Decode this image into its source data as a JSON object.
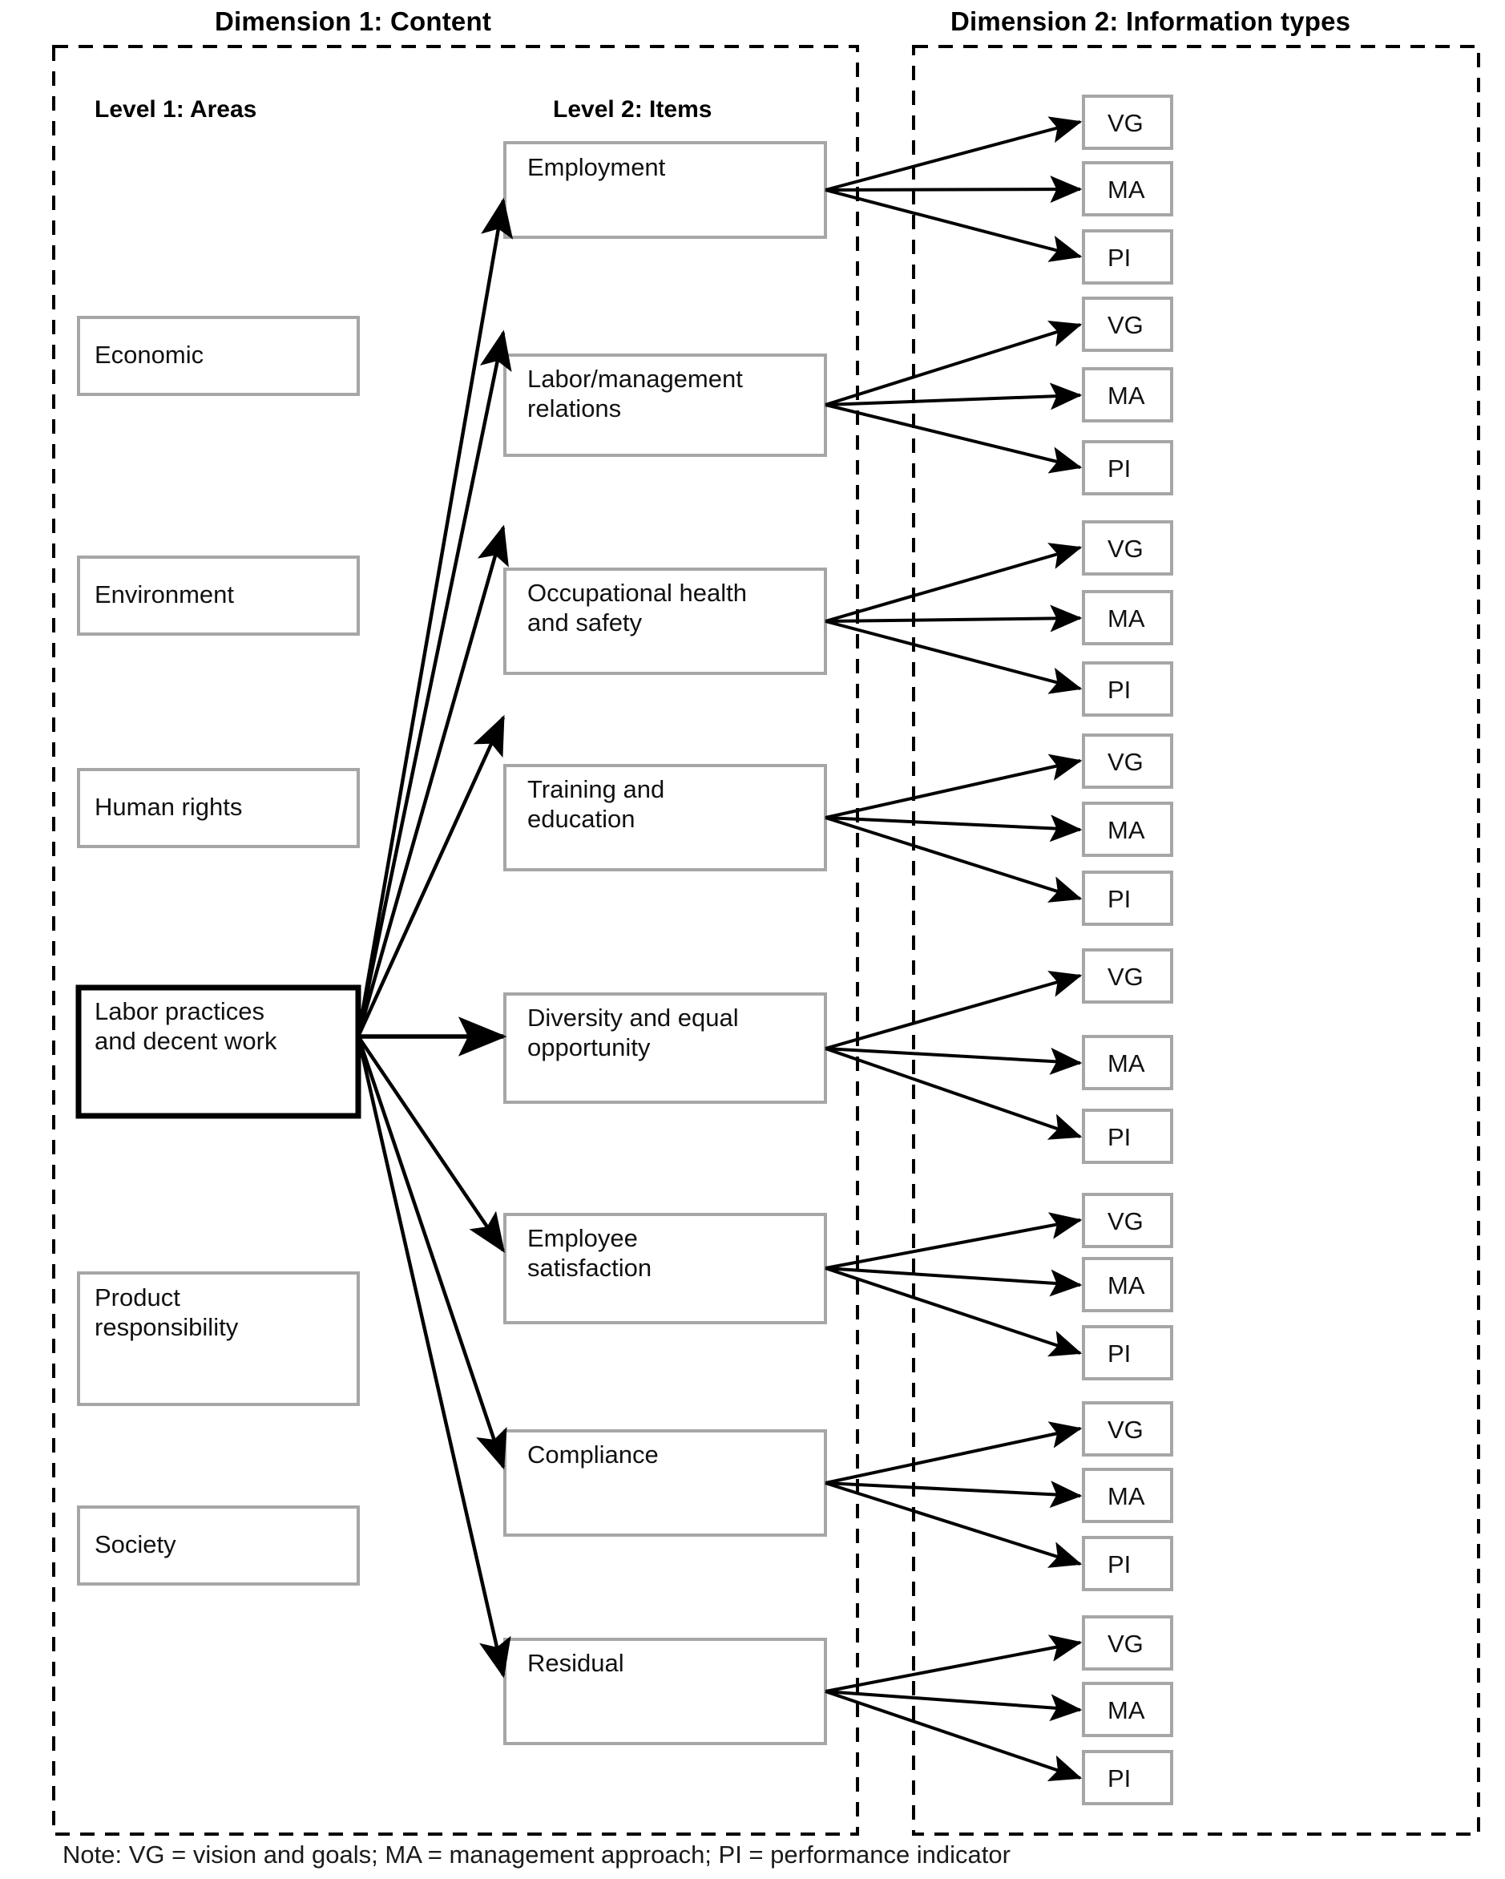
{
  "headers": {
    "dimension1": "Dimension 1: Content",
    "dimension2": "Dimension 2: Information types",
    "level1": "Level 1: Areas",
    "level2": "Level 2: Items"
  },
  "note": "Note: VG = vision and goals; MA = management approach; PI = performance indicator",
  "colors": {
    "box_border": "#a6a6a6",
    "highlight_border": "#000000",
    "arrow": "#000000",
    "panel_border": "#000000",
    "text": "#111111",
    "background": "#ffffff"
  },
  "areas": [
    {
      "label": "Economic",
      "highlighted": false
    },
    {
      "label": "Environment",
      "highlighted": false
    },
    {
      "label": "Human rights",
      "highlighted": false
    },
    {
      "label": "Labor practices\nand decent work",
      "highlighted": true
    },
    {
      "label": "Product\nresponsibility",
      "highlighted": false
    },
    {
      "label": "Society",
      "highlighted": false
    }
  ],
  "items": [
    {
      "label": "Employment"
    },
    {
      "label": "Labor/management\nrelations"
    },
    {
      "label": "Occupational health\nand safety"
    },
    {
      "label": "Training and\neducation"
    },
    {
      "label": "Diversity and equal\nopportunity"
    },
    {
      "label": "Employee\nsatisfaction"
    },
    {
      "label": "Compliance"
    },
    {
      "label": "Residual"
    }
  ],
  "information_types": [
    "VG",
    "MA",
    "PI"
  ],
  "legend": {
    "VG": "vision and goals",
    "MA": "management approach",
    "PI": "performance indicator"
  },
  "chart_data": {
    "type": "diagram",
    "title": "Two-dimensional content analysis framework",
    "structure": "hierarchy",
    "dimension1_label": "Dimension 1: Content",
    "dimension2_label": "Dimension 2: Information types",
    "level1_label": "Level 1: Areas",
    "level2_label": "Level 2: Items",
    "level1_nodes": [
      "Economic",
      "Environment",
      "Human rights",
      "Labor practices and decent work",
      "Product responsibility",
      "Society"
    ],
    "level1_expanded_node": "Labor practices and decent work",
    "level2_nodes": [
      "Employment",
      "Labor/management relations",
      "Occupational health and safety",
      "Training and education",
      "Diversity and equal opportunity",
      "Employee satisfaction",
      "Compliance",
      "Residual"
    ],
    "dimension2_nodes": [
      "VG",
      "MA",
      "PI"
    ],
    "edges_from_expanded_area": 8,
    "edges_per_item_to_information_types": 3,
    "total_information_type_boxes": 24,
    "note": "Note: VG = vision and goals; MA = management approach; PI = performance indicator"
  }
}
